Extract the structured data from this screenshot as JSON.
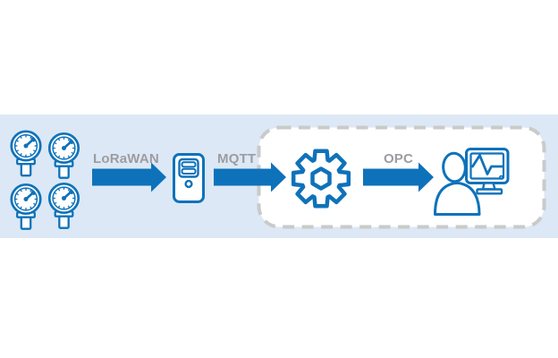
{
  "colors": {
    "accent_blue": "#0e72ba",
    "band_background": "#dce8f5",
    "label_gray": "#9c9ca1",
    "dashed_border_gray": "#cacaca",
    "surface_white": "#ffffff"
  },
  "diagram": {
    "type": "architecture-flow",
    "nodes": [
      {
        "id": "sensors",
        "icon": "pressure-gauge-icon",
        "count": 4
      },
      {
        "id": "gateway",
        "icon": "server-tower-icon"
      },
      {
        "id": "processing",
        "icon": "gear-icon",
        "in_dashed_group": true
      },
      {
        "id": "operator",
        "icon": "operator-monitor-icon",
        "in_dashed_group": true
      }
    ],
    "links": [
      {
        "from": "sensors",
        "to": "gateway",
        "label": "LoRaWAN"
      },
      {
        "from": "gateway",
        "to": "processing",
        "label": "MQTT"
      },
      {
        "from": "processing",
        "to": "operator",
        "label": "OPC"
      }
    ]
  }
}
